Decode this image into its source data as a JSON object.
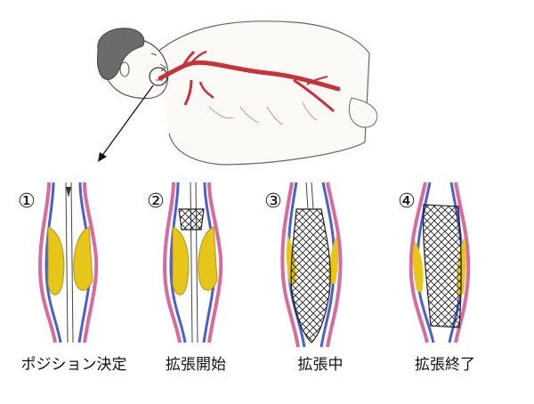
{
  "steps": [
    {
      "num": "①",
      "label": "ポジション決定"
    },
    {
      "num": "②",
      "label": "拡張開始"
    },
    {
      "num": "③",
      "label": "拡張中"
    },
    {
      "num": "④",
      "label": "拡張終了"
    }
  ],
  "colors": {
    "artery": "#c8323a",
    "plaque": "#e6c619",
    "vessel_wall_blue": "#4a5fd0",
    "vessel_wall_pink": "#d86aa0",
    "stent": "#222222",
    "skin_outline": "#555555",
    "hair": "#666666"
  }
}
